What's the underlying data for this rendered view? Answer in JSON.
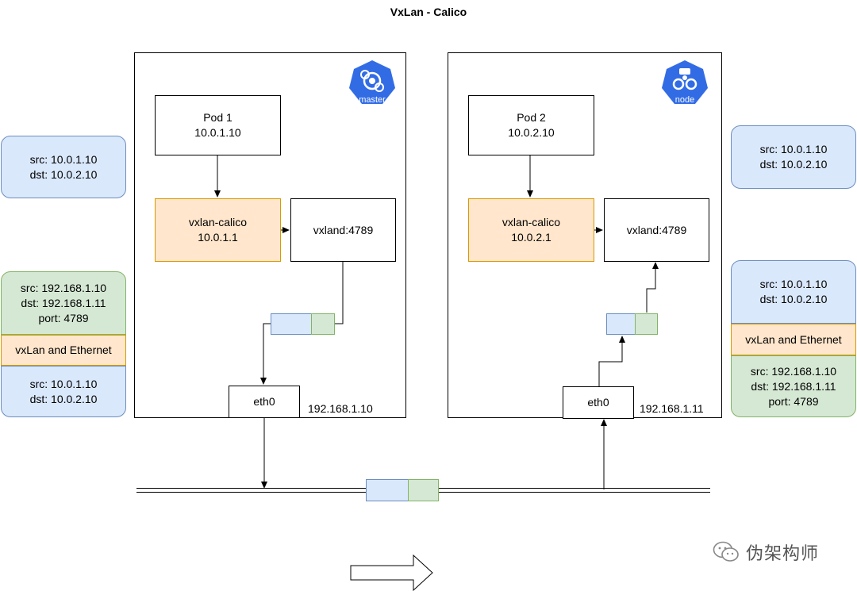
{
  "title": "VxLan - Calico",
  "master": {
    "badge_label": "master",
    "pod": {
      "name": "Pod 1",
      "ip": "10.0.1.10"
    },
    "vxlan_calico": {
      "name": "vxlan-calico",
      "ip": "10.0.1.1"
    },
    "vxland": "vxland:4789",
    "eth0": "eth0",
    "host_ip": "192.168.1.10"
  },
  "node": {
    "badge_label": "node",
    "pod": {
      "name": "Pod 2",
      "ip": "10.0.2.10"
    },
    "vxlan_calico": {
      "name": "vxlan-calico",
      "ip": "10.0.2.1"
    },
    "vxland": "vxland:4789",
    "eth0": "eth0",
    "host_ip": "192.168.1.11"
  },
  "left_panel": {
    "inner_packet": {
      "src": "src: 10.0.1.10",
      "dst": "dst: 10.0.2.10"
    },
    "outer_header": {
      "src": "src: 192.168.1.10",
      "dst": "dst: 192.168.1.11",
      "port": "port: 4789"
    },
    "encap": "vxLan and Ethernet",
    "payload": {
      "src": "src: 10.0.1.10",
      "dst": "dst: 10.0.2.10"
    }
  },
  "right_panel": {
    "inner_packet": {
      "src": "src: 10.0.1.10",
      "dst": "dst: 10.0.2.10"
    },
    "payload": {
      "src": "src: 10.0.1.10",
      "dst": "dst: 10.0.2.10"
    },
    "encap": "vxLan and Ethernet",
    "outer_header": {
      "src": "src: 192.168.1.10",
      "dst": "dst: 192.168.1.11",
      "port": "port: 4789"
    }
  },
  "colors": {
    "blue_fill": "#dae8fc",
    "blue_stroke": "#6c8ebf",
    "green_fill": "#d5e8d4",
    "green_stroke": "#82b366",
    "orange_fill": "#ffe6cc",
    "orange_stroke": "#d79b00",
    "k8s_blue": "#326ce5"
  },
  "icons": {
    "master_badge": "kubernetes-master-icon",
    "node_badge": "kubernetes-node-icon",
    "direction": "right-arrow-outline-icon",
    "watermark": "wechat-icon"
  },
  "watermark": "伪架构师"
}
